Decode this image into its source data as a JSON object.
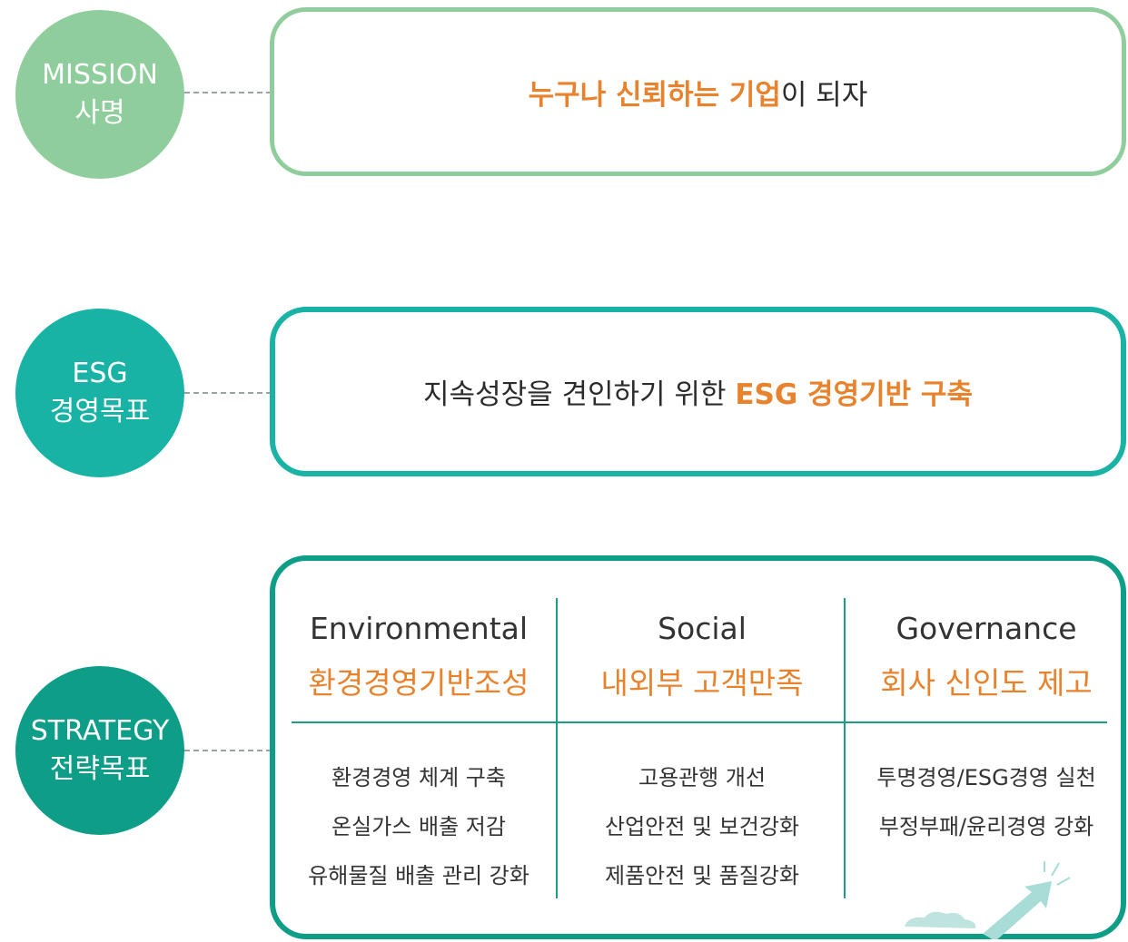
{
  "mission": {
    "circle_en": "MISSION",
    "circle_ko": "사명",
    "text_highlight": "누구나 신뢰하는 기업",
    "text_rest": "이 되자",
    "color": "#8fce9c"
  },
  "esg_goal": {
    "circle_en": "ESG",
    "circle_ko": "경영목표",
    "text_prefix": "지속성장을 견인하기 위한 ",
    "text_highlight": "ESG 경영기반 구축",
    "color": "#19b3a6"
  },
  "strategy": {
    "circle_en": "STRATEGY",
    "circle_ko": "전략목표",
    "color": "#0e9e88",
    "columns": [
      {
        "en": "Environmental",
        "ko": "환경경영기반조성",
        "items": [
          "환경경영 체계 구축",
          "온실가스 배출 저감",
          "유해물질 배출 관리 강화"
        ]
      },
      {
        "en": "Social",
        "ko": "내외부 고객만족",
        "items": [
          "고용관행 개선",
          "산업안전 및 보건강화",
          "제품안전 및 품질강화"
        ]
      },
      {
        "en": "Governance",
        "ko": "회사 신인도 제고",
        "items": [
          "투명경영/ESG경영 실천",
          "부정부패/윤리경영 강화"
        ]
      }
    ]
  },
  "colors": {
    "accent": "#e8822c",
    "text": "#2b2b2b"
  },
  "decoration": {
    "icon": "rising-arrow-icon"
  }
}
